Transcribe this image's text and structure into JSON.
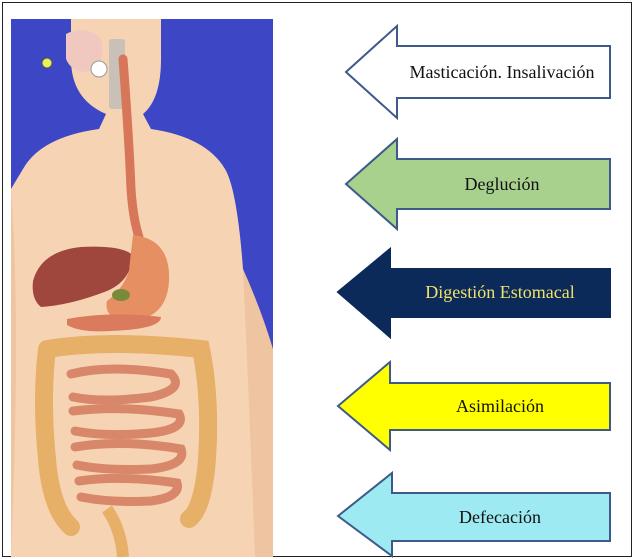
{
  "figure": {
    "stages": [
      {
        "id": "masticacion",
        "label": "Masticación. Insalivación",
        "fill": "#ffffff",
        "text_color": "#111111"
      },
      {
        "id": "deglucion",
        "label": "Deglución",
        "fill": "#a9d18e",
        "text_color": "#111111"
      },
      {
        "id": "digestion",
        "label": "Digestión  Estomacal",
        "fill": "#0b2a5a",
        "text_color": "#f0e26a"
      },
      {
        "id": "asimilacion",
        "label": "Asimilación",
        "fill": "#ffff00",
        "text_color": "#111111"
      },
      {
        "id": "defecacion",
        "label": "Defecación",
        "fill": "#9eeaf2",
        "text_color": "#111111"
      }
    ],
    "colors": {
      "panel_blue": "#3d46c4",
      "skin": "#f6d4b3",
      "esophagus": "#d8765a",
      "liver": "#a0473d",
      "stomach": "#e58f63",
      "small_intestine": "#e59c7c",
      "large_intestine": "#e7b068",
      "arrow_stroke": "#3d5a8a"
    }
  }
}
